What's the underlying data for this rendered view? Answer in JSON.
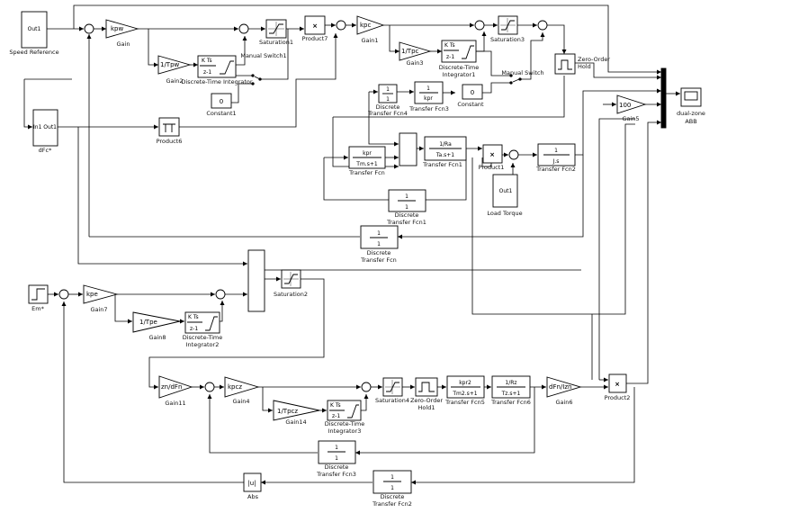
{
  "blocks": {
    "speed_ref": {
      "inner": "Out1",
      "label": "Speed Reference"
    },
    "dfc": {
      "inner": "In1 Out1",
      "label": "dFc*"
    },
    "gain": {
      "inner": "kpw",
      "label": "Gain"
    },
    "gain2": {
      "inner": "1/Tpw",
      "label": "Gain2"
    },
    "dti": {
      "inner_top": "K Ts",
      "inner_bot": "z-1",
      "label": "Discrete-Time Integrator"
    },
    "constant1": {
      "inner": "0",
      "label": "Constant1"
    },
    "manual_switch1": {
      "label": "Manual Switch1"
    },
    "saturation1": {
      "label": "Saturation1"
    },
    "product7": {
      "inner": "×",
      "label": "Product7"
    },
    "gain1": {
      "inner": "kpc",
      "label": "Gain1"
    },
    "gain3": {
      "inner": "1/Tpc",
      "label": "Gain3"
    },
    "dti1": {
      "inner_top": "K Ts",
      "inner_bot": "z-1",
      "label": "Discrete-Time Integrator1"
    },
    "constant": {
      "inner": "0",
      "label": "Constant"
    },
    "manual_switch": {
      "label": "Manual Switch"
    },
    "saturation3": {
      "label": "Saturation3"
    },
    "zoh": {
      "label": "Zero-Order Hold"
    },
    "product6": {
      "label": "Product6"
    },
    "dtf4": {
      "inner_top": "1",
      "inner_bot": "1",
      "label": "Discrete Transfer Fcn4"
    },
    "tf3": {
      "inner_top": "1",
      "inner_bot": "kpr",
      "label": "Transfer Fcn3"
    },
    "tf": {
      "inner_top": "kpr",
      "inner_bot": "Tm.s+1",
      "label": "Transfer Fcn"
    },
    "tf1": {
      "inner_top": "1/Ra",
      "inner_bot": "Ta.s+1",
      "label": "Transfer Fcn1"
    },
    "product1": {
      "inner": "×",
      "label": "Product1"
    },
    "tf2": {
      "inner_top": "1",
      "inner_bot": "J.s",
      "label": "Transfer Fcn2"
    },
    "load_torque": {
      "inner": "Out1",
      "label": "Load Torque"
    },
    "dtf1": {
      "inner_top": "1",
      "inner_bot": "1",
      "label": "Discrete Transfer Fcn1"
    },
    "dtf": {
      "inner_top": "1",
      "inner_bot": "1",
      "label": "Discrete Transfer Fcn"
    },
    "gain5": {
      "inner": "100",
      "label": "Gain5"
    },
    "scope": {
      "label": "dual-zone ABB"
    },
    "em": {
      "label": "Em*"
    },
    "gain7": {
      "inner": "kpe",
      "label": "Gain7"
    },
    "gain8": {
      "inner": "1/Tpe",
      "label": "Gain8"
    },
    "dti2": {
      "inner_top": "K Ts",
      "inner_bot": "z-1",
      "label": "Discrete-Time Integrator2"
    },
    "saturation2": {
      "label": "Saturation2"
    },
    "gain11": {
      "inner": "zn/dFn",
      "label": "Gain11"
    },
    "gain4": {
      "inner": "kpcz",
      "label": "Gain4"
    },
    "gain14": {
      "inner": "1/Tpcz",
      "label": "Gain14"
    },
    "dti3": {
      "inner_top": "K Ts",
      "inner_bot": "z-1",
      "label": "Discrete-Time Integrator3"
    },
    "saturation4": {
      "label": "Saturation4"
    },
    "zoh1": {
      "label": "Zero-Order Hold1"
    },
    "tf5": {
      "inner_top": "kpr2",
      "inner_bot": "Tm2.s+1",
      "label": "Transfer Fcn5"
    },
    "tf6": {
      "inner_top": "1/Rz",
      "inner_bot": "Tz.s+1",
      "label": "Transfer Fcn6"
    },
    "gain6": {
      "inner": "dFn/Izn",
      "label": "Gain6"
    },
    "product2": {
      "inner": "×",
      "label": "Product2"
    },
    "dtf3": {
      "inner_top": "1",
      "inner_bot": "1",
      "label": "Discrete Transfer Fcn3"
    },
    "abs": {
      "inner": "|u|",
      "label": "Abs"
    },
    "dtf2": {
      "inner_top": "1",
      "inner_bot": "1",
      "label": "Discrete Transfer Fcn2"
    }
  },
  "colors": {
    "line": "#000000",
    "block_fill": "#ffffff",
    "background": "#ffffff"
  }
}
